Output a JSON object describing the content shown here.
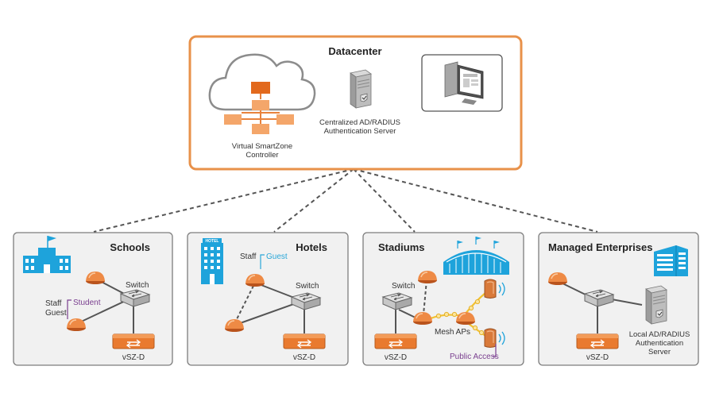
{
  "datacenter": {
    "title": "Datacenter",
    "controller_label_1": "Virtual SmartZone",
    "controller_label_2": "Controller",
    "server_label_1": "Centralized AD/RADIUS",
    "server_label_2": "Authentication Server",
    "accent": "#e8914a"
  },
  "sites": {
    "schools": {
      "title": "Schools",
      "switch_label": "Switch",
      "staff_label": "Staff",
      "guest_label": "Guest",
      "student_label": "Student",
      "vszd_label": "vSZ-D"
    },
    "hotels": {
      "title": "Hotels",
      "hotel_sign": "HOTEL",
      "staff_label": "Staff",
      "guest_label": "Guest",
      "switch_label": "Switch",
      "vszd_label": "vSZ-D"
    },
    "stadiums": {
      "title": "Stadiums",
      "switch_label": "Switch",
      "mesh_label": "Mesh APs",
      "public_label": "Public Access",
      "vszd_label": "vSZ-D"
    },
    "enterprises": {
      "title": "Managed Enterprises",
      "server_label_1": "Local AD/RADIUS",
      "server_label_2": "Authentication",
      "server_label_3": "Server",
      "vszd_label": "vSZ-D"
    }
  },
  "colors": {
    "ap_orange": "#e8823c",
    "building_blue": "#1ea3db",
    "purple_text": "#7a3f8f",
    "cyan_text": "#2aa7d8",
    "panel_bg": "#f1f1f1"
  }
}
